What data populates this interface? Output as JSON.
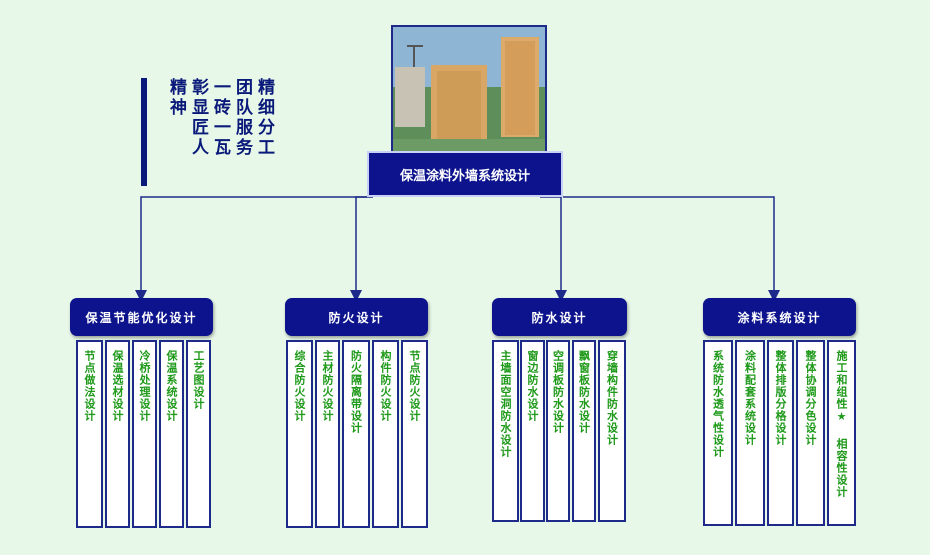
{
  "slogan": "精细分工 团队服务 一砖一瓦 彰显匠人 精神",
  "root": {
    "label": "保温涂料外墙系统设计"
  },
  "categories": [
    {
      "label": "保温节能优化设计",
      "items": [
        "节点做法设计",
        "保温选材设计",
        "冷桥处理设计",
        "保温系统设计",
        "工艺图设计"
      ]
    },
    {
      "label": "防火设计",
      "items": [
        "综合防火设计",
        "主材防火设计",
        "防火隔离带设计",
        "构件防火设计",
        "节点防火设计"
      ]
    },
    {
      "label": "防水设计",
      "items": [
        "主墙面空洞防水设计",
        "窗边防水设计",
        "空调板防水设计",
        "飘窗板防水设计",
        "穿墙构件防水设计"
      ]
    },
    {
      "label": "涂料系统设计",
      "items": [
        "系统防水透气性设计",
        "涂料配套系统设计",
        "整体排版分格设计",
        "整体协调分色设计",
        "施工和组性★ 相容性设计"
      ]
    }
  ],
  "colors": {
    "navy": "#0c138c",
    "leaf_text": "#1f9a1a",
    "background": "#e8f8e8"
  }
}
